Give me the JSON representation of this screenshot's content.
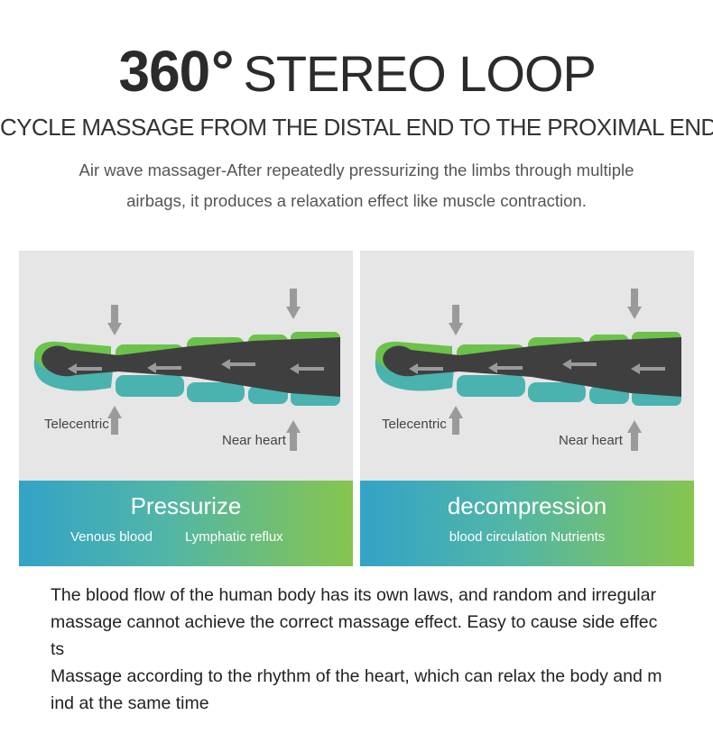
{
  "header": {
    "title_number": "360",
    "title_degree": "°",
    "title_text": "STEREO LOOP",
    "subtitle": "CYCLE MASSAGE FROM THE DISTAL END TO THE PROXIMAL END",
    "description_line1": "Air wave massager-After repeatedly pressurizing the limbs through multiple",
    "description_line2": "airbags, it produces a relaxation effect like muscle contraction."
  },
  "panels": [
    {
      "label_telecentric": "Telecentric",
      "label_near_heart": "Near heart",
      "banner_title": "Pressurize",
      "banner_sub_left": "Venous blood",
      "banner_sub_right": "Lymphatic reflux"
    },
    {
      "label_telecentric": "Telecentric",
      "label_near_heart": "Near heart",
      "banner_title": "decompression",
      "banner_sub": "blood circulation Nutrients"
    }
  ],
  "body": {
    "line1": "The blood flow of the human body has its own laws, and random and irregular",
    "line2": "massage cannot achieve the correct massage effect. Easy to cause side effec",
    "line3": "ts",
    "line4": "Massage according to the rhythm of the heart, which can relax the body and m",
    "line5": "ind at the same time"
  },
  "colors": {
    "airbag_green": "#6cc24a",
    "airbag_teal": "#4ab3b0",
    "leg_dark": "#3f3f3f",
    "arrow_gray": "#9a9a9a",
    "panel_bg": "#e6e6e6",
    "banner_start": "#33a3c7",
    "banner_end": "#86c54e"
  }
}
